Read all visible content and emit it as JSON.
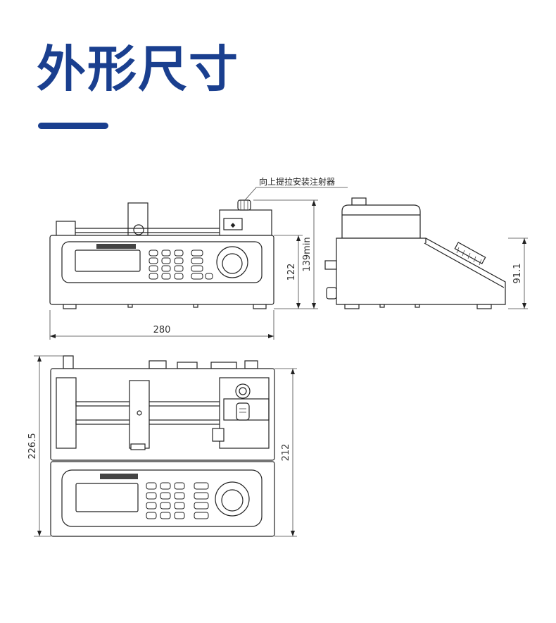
{
  "page": {
    "title": "外形尺寸",
    "accent_color": "#1a3f8f"
  },
  "diagram": {
    "callout_label": "向上提拉安装注射器",
    "dimensions": {
      "front_width": "280",
      "front_height": "122",
      "front_height_min": "139min",
      "side_height": "91.1",
      "top_depth_outer": "226.5",
      "top_depth_inner": "212"
    },
    "icons": [
      "syringe-pump-front-view",
      "syringe-pump-side-view",
      "syringe-pump-top-view"
    ]
  }
}
